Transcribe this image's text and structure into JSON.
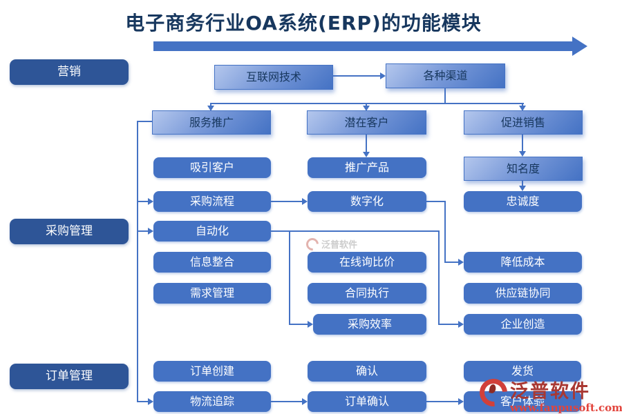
{
  "title": "电子商务行业OA系统(ERP)的功能模块",
  "colors": {
    "accent": "#4472C4",
    "dark_box": "#2E5597",
    "box_text_dark": "#17375E",
    "watermark_dark_red": "#A93832",
    "watermark_red": "#E2443C"
  },
  "groups": {
    "marketing": "营销",
    "procurement": "采购管理",
    "orders": "订单管理"
  },
  "nodes": {
    "internet_tech": "互联网技术",
    "channels": "各种渠道",
    "service_promo": "服务推广",
    "potential_customers": "潜在客户",
    "promote_sales": "促进销售",
    "attract_customers": "吸引客户",
    "promote_products": "推广产品",
    "awareness": "知名度",
    "procurement_process": "采购流程",
    "digitization": "数字化",
    "loyalty": "忠诚度",
    "automation": "自动化",
    "info_integration": "信息整合",
    "online_inquiry": "在线询比价",
    "cost_reduction": "降低成本",
    "demand_mgmt": "需求管理",
    "contract_exec": "合同执行",
    "supply_chain": "供应链协同",
    "procurement_efficiency": "采购效率",
    "enterprise_creation": "企业创造",
    "order_creation": "订单创建",
    "confirm": "确认",
    "shipping": "发货",
    "logistics_tracking": "物流追踪",
    "order_confirm": "订单确认",
    "customer_experience": "客户体验"
  },
  "watermark": {
    "brand": "泛普软件",
    "url": "www.fanpusoft.com"
  }
}
